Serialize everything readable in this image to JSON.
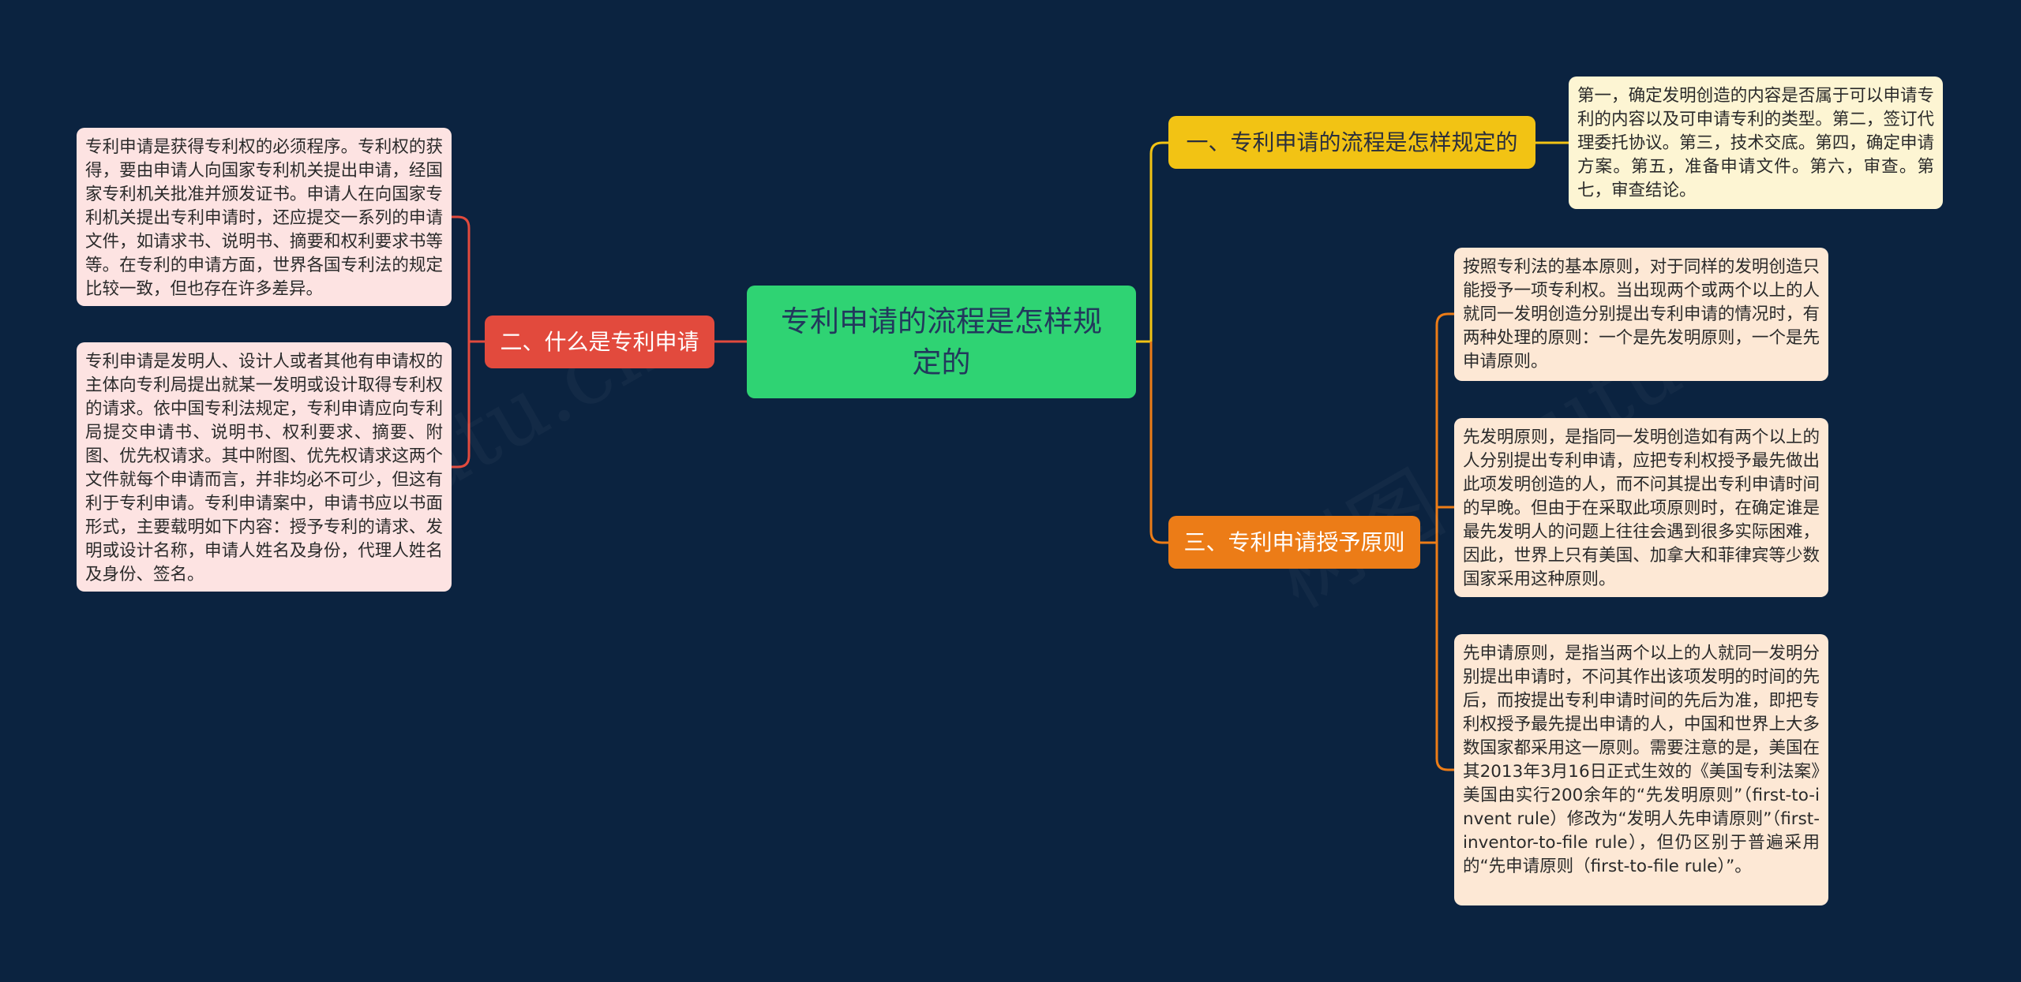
{
  "root": {
    "title": "专利申请的流程是怎样规定的"
  },
  "branches": [
    {
      "label": "一、专利申请的流程是怎样规定的",
      "color": "#f2c314",
      "leaves": [
        "第一，确定发明创造的内容是否属于可以申请专利的内容以及可申请专利的类型。第二，签订代理委托协议。第三，技术交底。第四，确定申请方案。第五，准备申请文件。第六，审查。第七，审查结论。"
      ]
    },
    {
      "label": "二、什么是专利申请",
      "color": "#e24a3d",
      "leaves": [
        "专利申请是获得专利权的必须程序。专利权的获得，要由申请人向国家专利机关提出申请，经国家专利机关批准并颁发证书。申请人在向国家专利机关提出专利申请时，还应提交一系列的申请文件，如请求书、说明书、摘要和权利要求书等等。在专利的申请方面，世界各国专利法的规定比较一致，但也存在许多差异。",
        "专利申请是发明人、设计人或者其他有申请权的主体向专利局提出就某一发明或设计取得专利权的请求。依中国专利法规定，专利申请应向专利局提交申请书、说明书、权利要求、摘要、附图、优先权请求。其中附图、优先权请求这两个文件就每个申请而言，并非均必不可少，但这有利于专利申请。专利申请案中，申请书应以书面形式，主要载明如下内容：授予专利的请求、发明或设计名称，申请人姓名及身份，代理人姓名及身份、签名。"
      ]
    },
    {
      "label": "三、专利申请授予原则",
      "color": "#ec7c17",
      "leaves": [
        "按照专利法的基本原则，对于同样的发明创造只能授予一项专利权。当出现两个或两个以上的人就同一发明创造分别提出专利申请的情况时，有两种处理的原则：一个是先发明原则，一个是先申请原则。",
        "先发明原则，是指同一发明创造如有两个以上的人分别提出专利申请，应把专利权授予最先做出此项发明创造的人，而不问其提出专利申请时间的早晚。但由于在采取此项原则时，在确定谁是最先发明人的问题上往往会遇到很多实际困难，因此，世界上只有美国、加拿大和菲律宾等少数国家采用这种原则。",
        "先申请原则，是指当两个以上的人就同一发明分别提出申请时，不问其作出该项发明的时间的先后，而按提出专利申请时间的先后为准，即把专利权授予最先提出申请的人，中国和世界上大多数国家都采用这一原则。需要注意的是，美国在其2013年3月16日正式生效的《美国专利法案》美国由实行200余年的“先发明原则”（first-to-invent rule）修改为“发明人先申请原则”（first-inventor-to-file rule），但仍区别于普遍采用的“先申请原则（first-to-file rule）”。"
      ]
    }
  ]
}
